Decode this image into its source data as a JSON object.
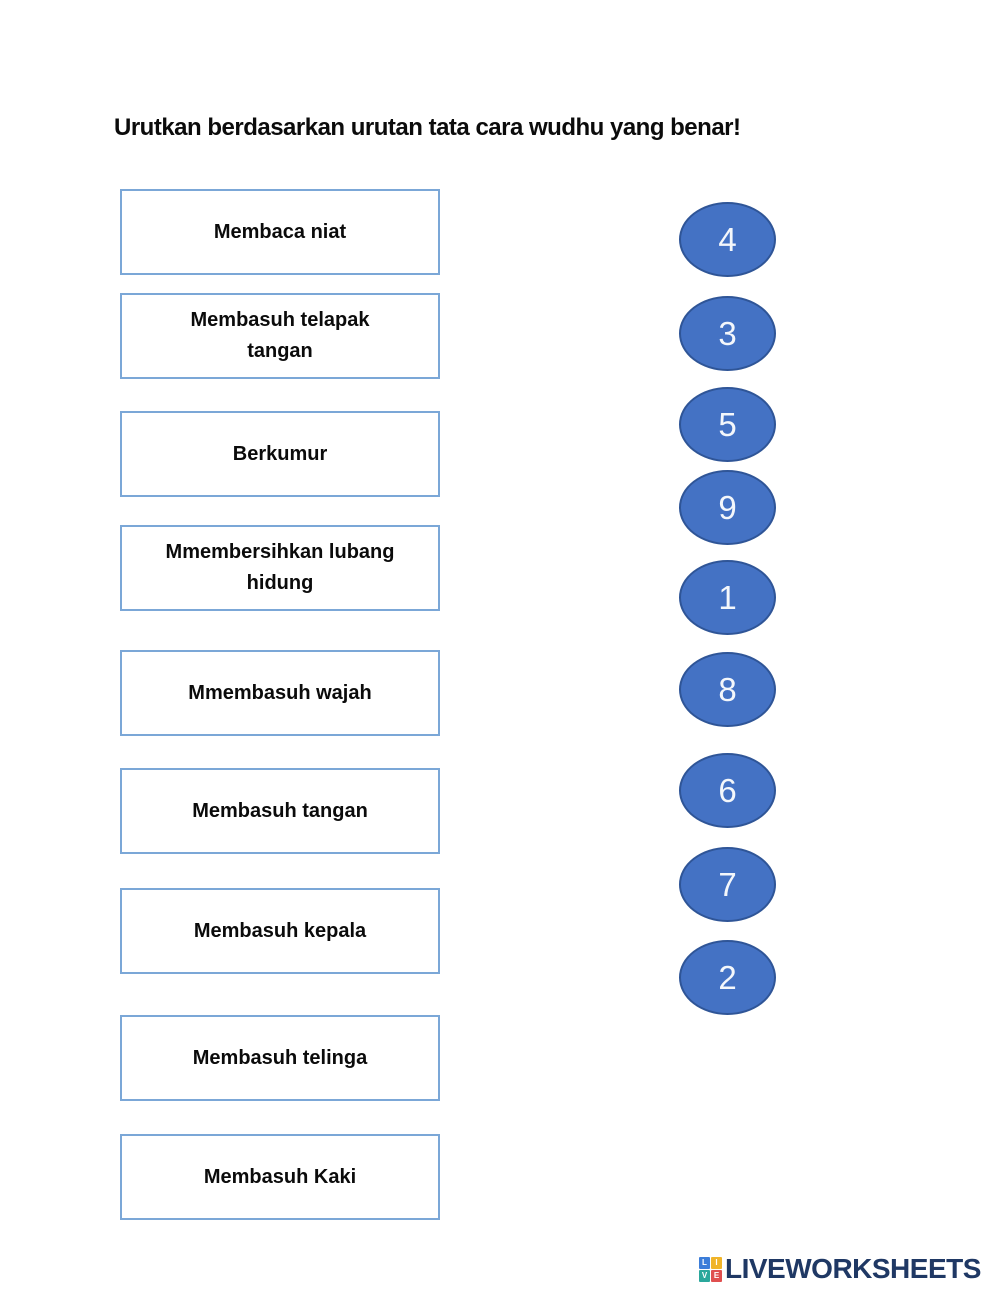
{
  "page": {
    "title": "Urutkan berdasarkan urutan tata cara wudhu yang benar!"
  },
  "steps": [
    {
      "label": "Membaca niat"
    },
    {
      "label": "Membasuh telapak tangan"
    },
    {
      "label": "Berkumur"
    },
    {
      "label": "Mmembersihkan lubang hidung"
    },
    {
      "label": "Mmembasuh wajah"
    },
    {
      "label": "Membasuh tangan"
    },
    {
      "label": "Membasuh kepala"
    },
    {
      "label": "Membasuh telinga"
    },
    {
      "label": "Membasuh Kaki"
    }
  ],
  "answers": [
    {
      "value": "4"
    },
    {
      "value": "3"
    },
    {
      "value": "5"
    },
    {
      "value": "9"
    },
    {
      "value": "1"
    },
    {
      "value": "8"
    },
    {
      "value": "6"
    },
    {
      "value": "7"
    },
    {
      "value": "2"
    }
  ],
  "colors": {
    "ellipse_fill": "#4472c4",
    "ellipse_border": "#2f5597",
    "box_border": "#7ba7d7",
    "brand_text": "#1f3864",
    "logo_tile_l": "#3c7dd9",
    "logo_tile_i": "#f0b429",
    "logo_tile_v": "#2ba89c",
    "logo_tile_e": "#e04f4f"
  },
  "footer": {
    "brand": "LIVEWORKSHEETS",
    "icon_letters": [
      "L",
      "I",
      "V",
      "E"
    ]
  }
}
